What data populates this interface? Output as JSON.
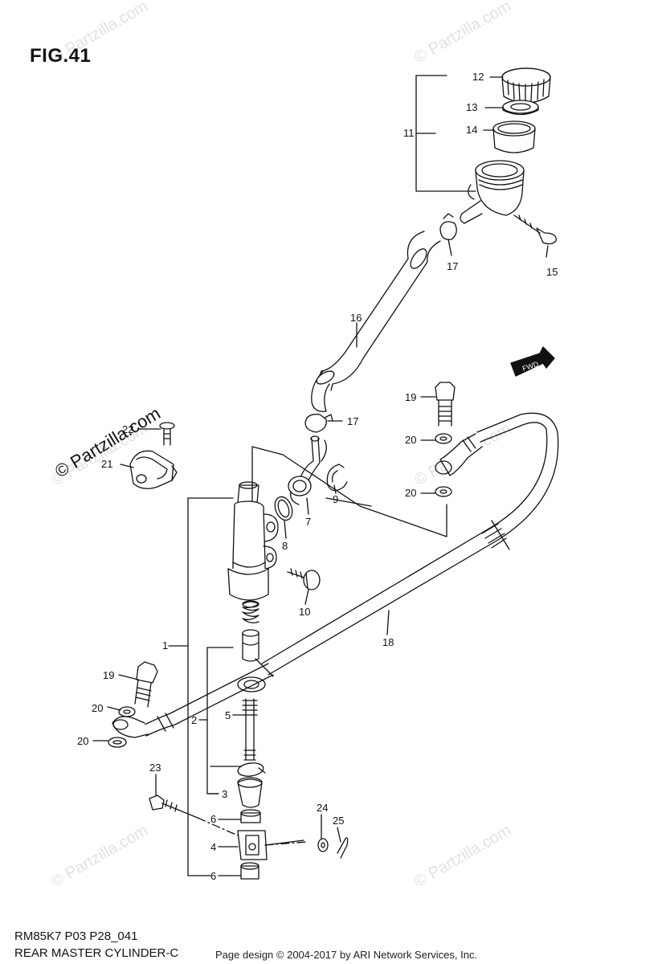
{
  "figure": {
    "title": "FIG.41"
  },
  "footer": {
    "code": "RM85K7 P03 P28_041",
    "name": "REAR MASTER CYLINDER-C",
    "copyright": "Page design © 2004-2017 by ARI Network Services, Inc."
  },
  "watermark": {
    "text": "© Partzilla.com",
    "main_text": "© Partzilla.com"
  },
  "direction_badge": {
    "text": "FWD"
  },
  "callouts": {
    "c12": "12",
    "c13": "13",
    "c14": "14",
    "c11": "11",
    "c15": "15",
    "c17a": "17",
    "c16": "16",
    "c17b": "17",
    "c19a": "19",
    "c20a": "20",
    "c20b": "20",
    "c22": "22",
    "c21": "21",
    "c7": "7",
    "c8": "8",
    "c9": "9",
    "c10": "10",
    "c1": "1",
    "c18": "18",
    "c19b": "19",
    "c20c": "20",
    "c20d": "20",
    "c2": "2",
    "c5": "5",
    "c3": "3",
    "c23": "23",
    "c6a": "6",
    "c4": "4",
    "c6b": "6",
    "c24": "24",
    "c25": "25"
  },
  "colors": {
    "line": "#111111",
    "watermark": "#e2e2e2"
  }
}
